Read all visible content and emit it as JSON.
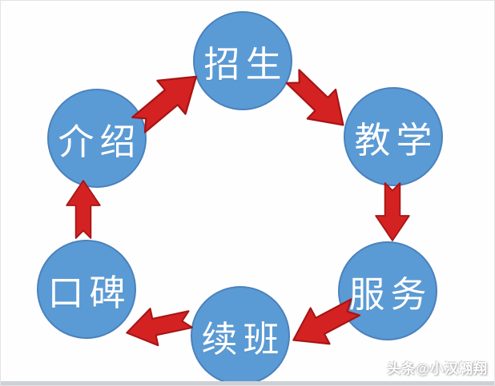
{
  "diagram": {
    "type": "cycle",
    "description": "Six-step training-school business cycle diagram: blue circles connected clockwise by red notched arrows",
    "nodes": [
      {
        "id": "zhaosheng",
        "label": "招生",
        "position": "top"
      },
      {
        "id": "jiaoxue",
        "label": "教学",
        "position": "upper-right"
      },
      {
        "id": "fuwu",
        "label": "服务",
        "position": "lower-right"
      },
      {
        "id": "xuban",
        "label": "续班",
        "position": "bottom"
      },
      {
        "id": "koubei",
        "label": "口碑",
        "position": "lower-left"
      },
      {
        "id": "jieshao",
        "label": "介绍",
        "position": "upper-left"
      }
    ],
    "edges": [
      {
        "from": "招生",
        "to": "教学",
        "direction": "down-right"
      },
      {
        "from": "教学",
        "to": "服务",
        "direction": "down"
      },
      {
        "from": "服务",
        "to": "续班",
        "direction": "down-left"
      },
      {
        "from": "续班",
        "to": "口碑",
        "direction": "left"
      },
      {
        "from": "口碑",
        "to": "介绍",
        "direction": "up"
      },
      {
        "from": "介绍",
        "to": "招生",
        "direction": "up-right"
      }
    ],
    "colors": {
      "node_fill": "#5b9bd5",
      "node_border": "#4a82bc",
      "node_text": "#ffffff",
      "arrow_fill": "#d42222",
      "arrow_border": "#a81414",
      "background": "#fefefe"
    }
  },
  "watermark": {
    "text": "头条@小汉翱翔"
  }
}
